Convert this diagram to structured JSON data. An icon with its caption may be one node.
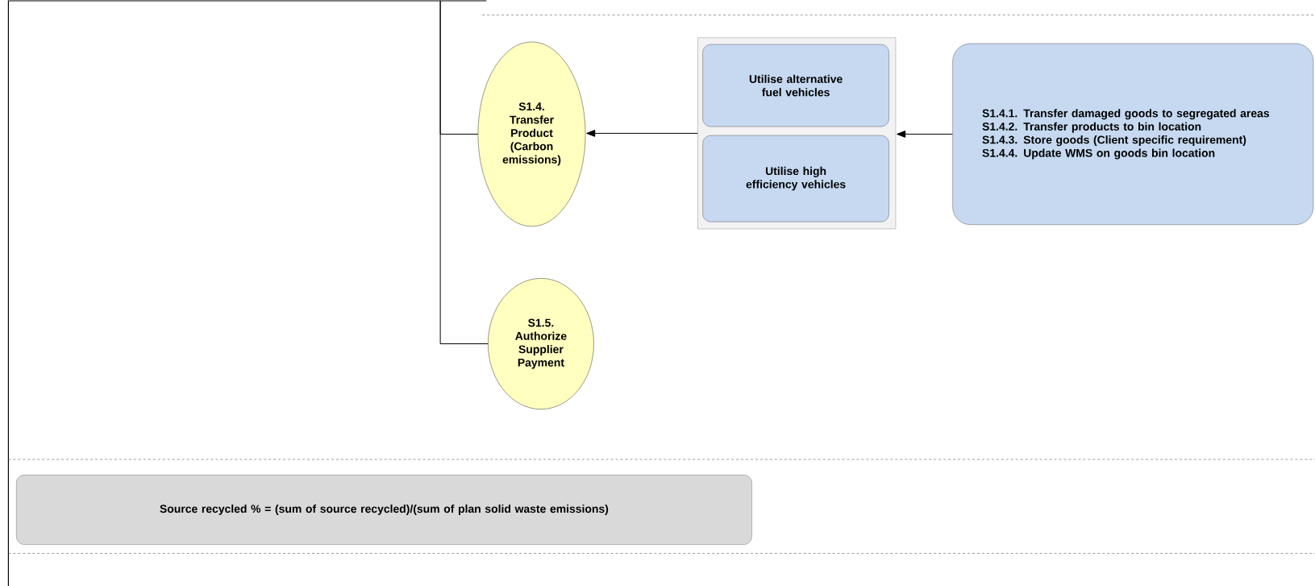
{
  "diagram": {
    "nodes": [
      {
        "text": [
          "S1.4. Transfer Product (Carbon emissions)"
        ]
      },
      {
        "text": [],
        "shape": "box"
      },
      {
        "text": [
          "Utilise alternative fuel vehicles"
        ],
        "in": 1
      },
      {
        "text": [
          "Utilise high efficiency vehicles"
        ],
        "in": 1
      },
      {
        "text": [
          "S1.4.1. Transfer damaged goods to segregated areas",
          "S1.4.2. Transfer products to bin location",
          "S1.4.3. Store goods (Client specific requirement)",
          "S1.4.4. Update WMS on goods bin location"
        ]
      },
      {
        "text": [
          "S1.5. Authorize Supplier Payment"
        ]
      },
      {
        "text": [
          "Source recycled % = (sum of source recycled)/(sum of plan solid waste emissions)"
        ]
      }
    ],
    "edges": [
      {
        "from": null,
        "to": 0,
        "arrow": "none"
      },
      {
        "from": null,
        "to": 5,
        "arrow": "none"
      },
      {
        "from": 4,
        "to": 1,
        "arrow": "to"
      },
      {
        "from": 1,
        "to": 0,
        "arrow": "to"
      }
    ]
  }
}
